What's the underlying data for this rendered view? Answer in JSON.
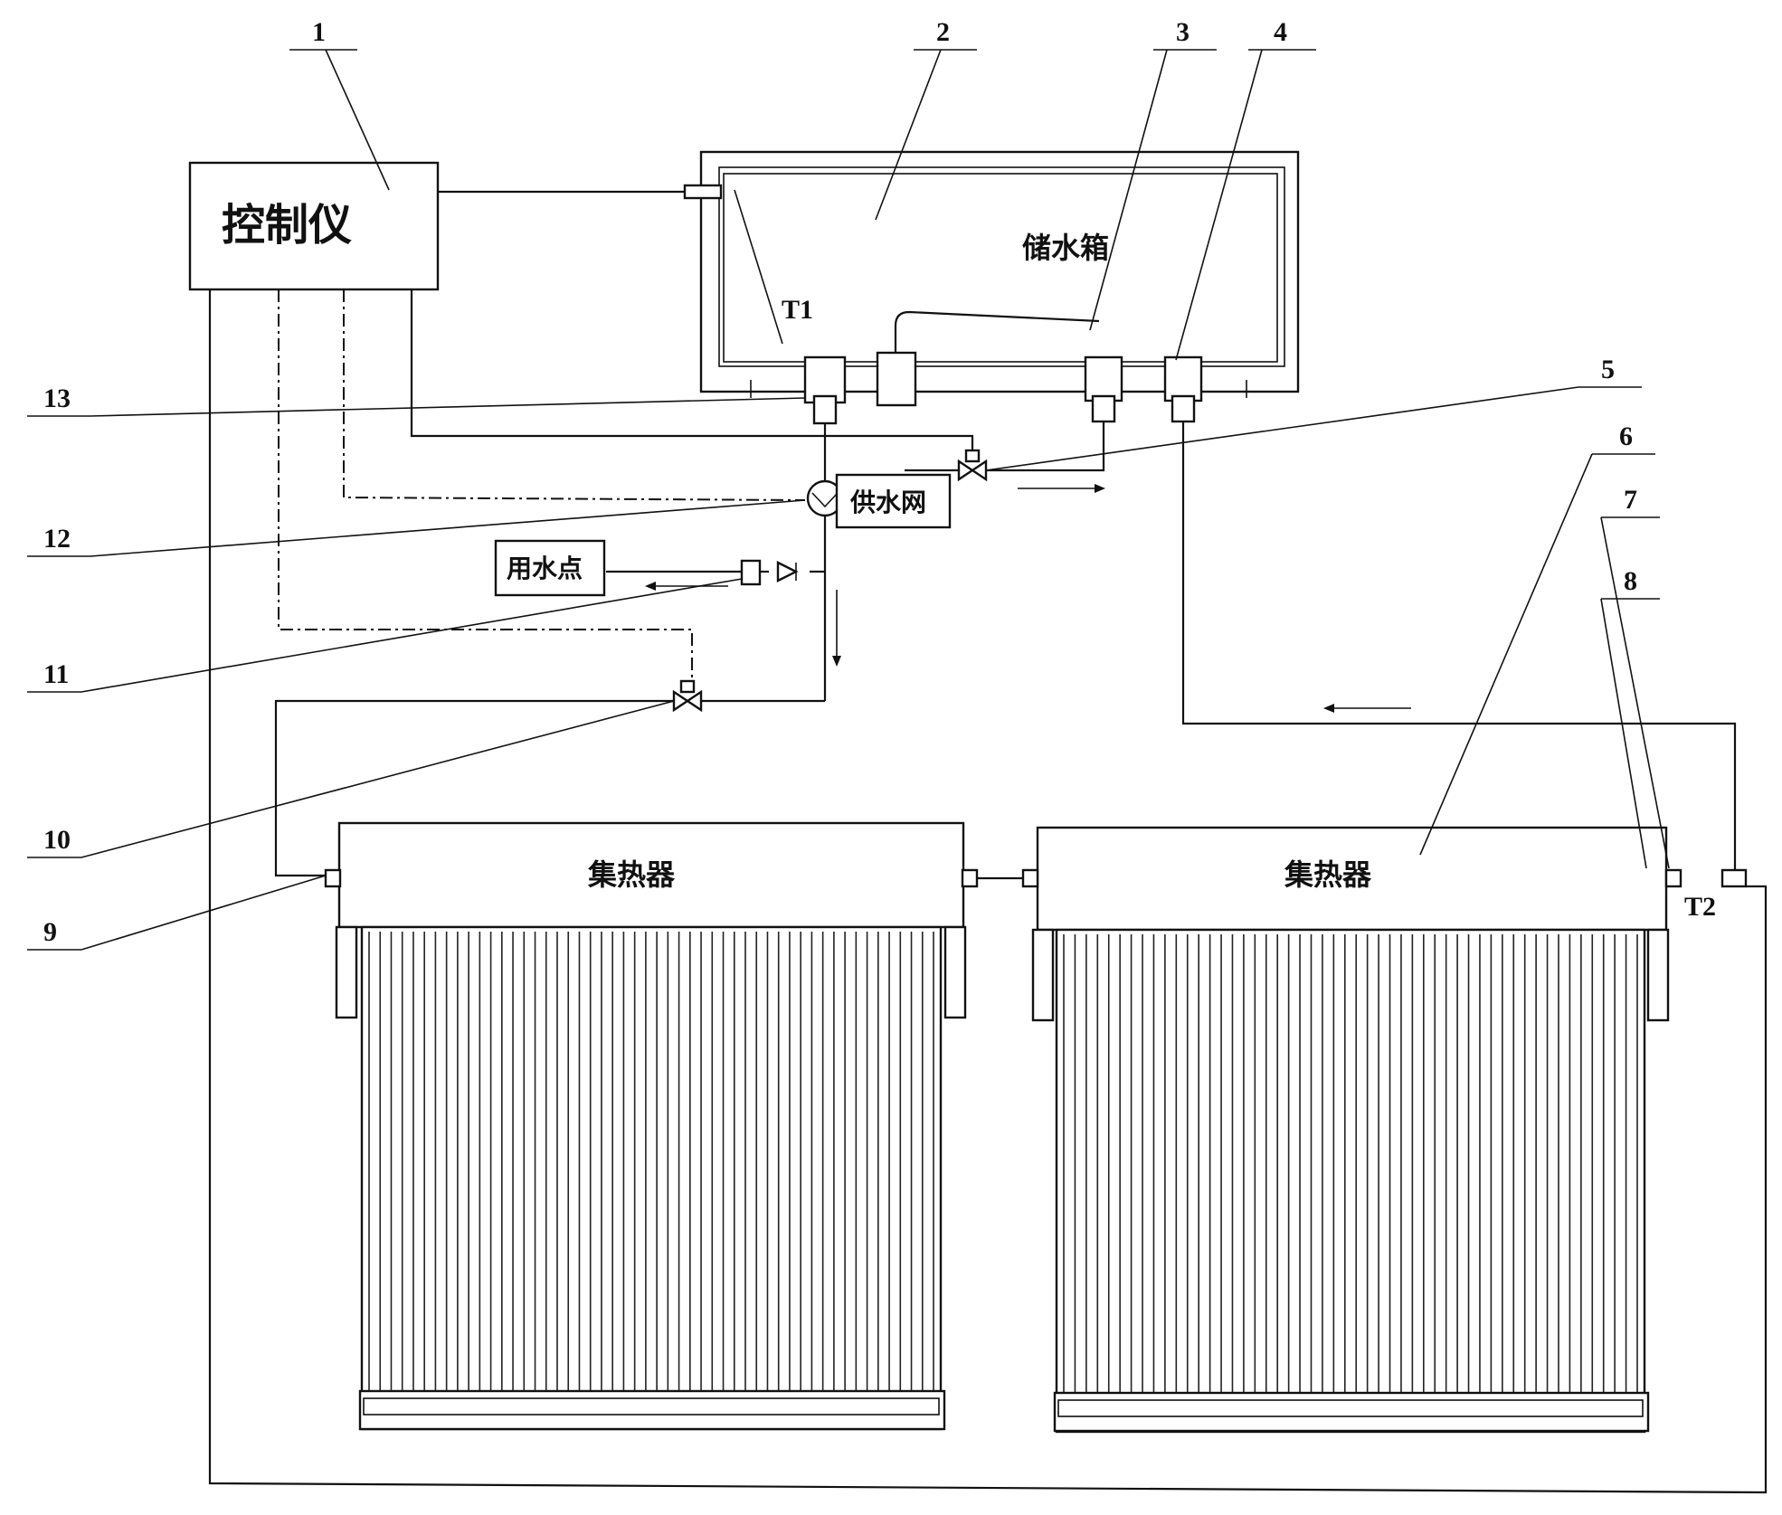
{
  "labels": {
    "controller": "控制仪",
    "tank": "储水箱",
    "supply": "供水网",
    "use_point": "用水点",
    "collector_left": "集热器",
    "collector_right": "集热器",
    "sensor_t1": "T1",
    "sensor_t2": "T2"
  },
  "callouts": [
    "1",
    "2",
    "3",
    "4",
    "5",
    "6",
    "7",
    "8",
    "9",
    "10",
    "11",
    "12",
    "13"
  ]
}
